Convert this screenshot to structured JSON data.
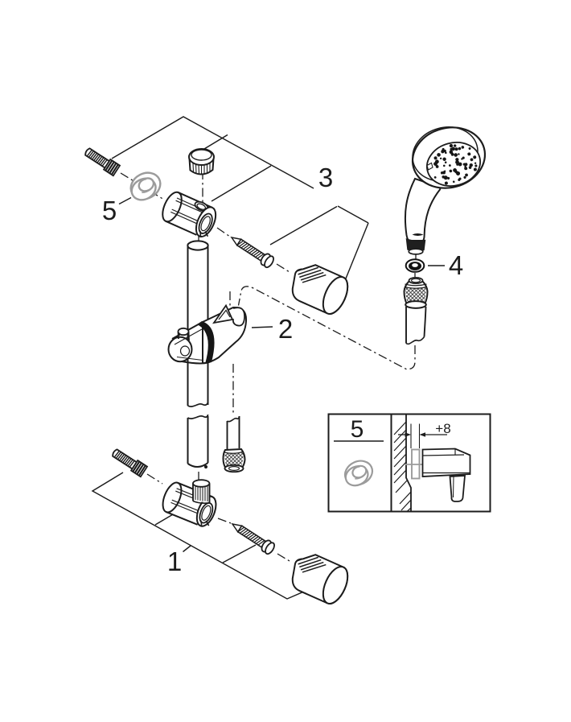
{
  "diagram": {
    "callouts": {
      "part1": "1",
      "part2": "2",
      "part3": "3",
      "part4": "4",
      "part5": "5"
    },
    "inset": {
      "label": "5",
      "dimension": "+8"
    },
    "colors": {
      "line": "#1c1c1c",
      "gray_part": "#9b9b9b",
      "background": "#ffffff"
    }
  }
}
